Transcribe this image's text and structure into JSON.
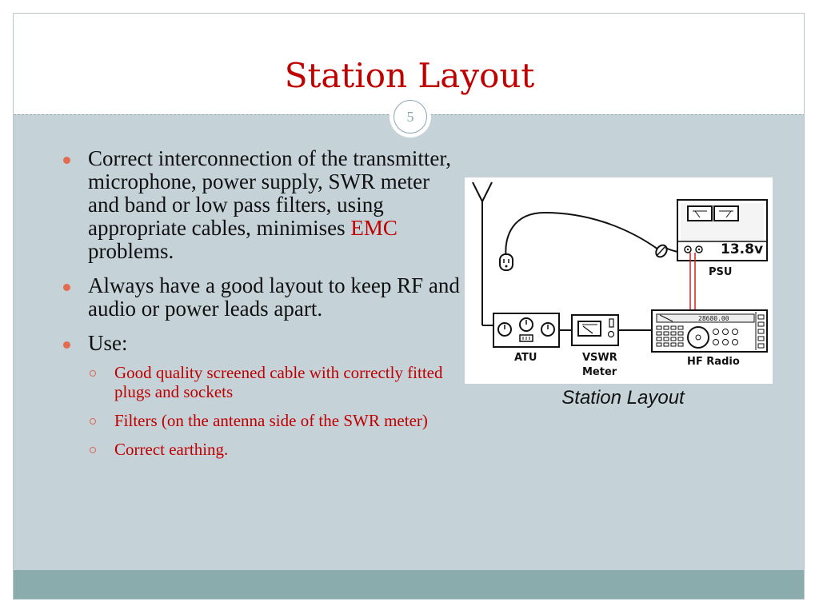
{
  "slide": {
    "title": "Station Layout",
    "number": "5"
  },
  "bullets": {
    "b1_pre": "Correct interconnection of the transmitter, microphone, power supply, SWR meter and band or low pass filters, using appropriate cables, minimises ",
    "b1_emc": "EMC",
    "b1_post": " problems.",
    "b2": "Always have a good layout to keep RF and audio or power leads apart.",
    "b3": "Use:",
    "sub": [
      "Good quality screened cable with correctly fitted plugs and sockets",
      "Filters (on the antenna side of the SWR meter)",
      "Correct earthing."
    ]
  },
  "figure": {
    "caption": "Station Layout",
    "labels": {
      "psu_voltage": "13.8v",
      "psu": "PSU",
      "atu": "ATU",
      "vswr_line1": "VSWR",
      "vswr_line2": "Meter",
      "hf_radio": "HF Radio",
      "radio_display": "28680.00"
    }
  }
}
